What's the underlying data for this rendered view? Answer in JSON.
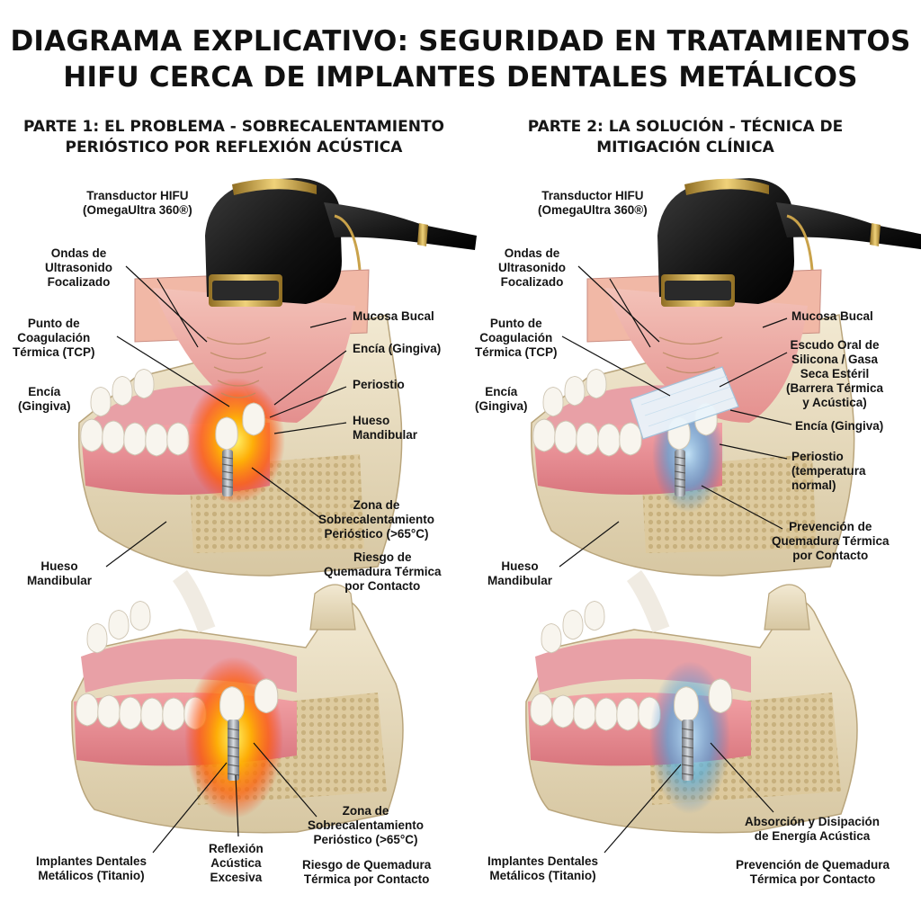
{
  "title": {
    "line1": "DIAGRAMA EXPLICATIVO: SEGURIDAD EN TRATAMIENTOS",
    "line2": "HIFU CERCA DE IMPLANTES DENTALES METÁLICOS"
  },
  "part1": {
    "heading_line1": "PARTE 1: EL PROBLEMA - SOBRECALENTAMIENTO",
    "heading_line2": "PERIÓSTICO POR REFLEXIÓN ACÚSTICA",
    "labels": {
      "transducer_1": "Transductor HIFU",
      "transducer_2": "(OmegaUltra 360®)",
      "waves_1": "Ondas de",
      "waves_2": "Ultrasonido",
      "waves_3": "Focalizado",
      "tcp_1": "Punto de",
      "tcp_2": "Coagulación",
      "tcp_3": "Térmica (TCP)",
      "gum_left_1": "Encía",
      "gum_left_2": "(Gingiva)",
      "mucosa": "Mucosa Bucal",
      "gum_right": "Encía (Gingiva)",
      "periosteum": "Periostio",
      "bone_right_1": "Hueso",
      "bone_right_2": "Mandibular",
      "overheat_1": "Zona de",
      "overheat_2": "Sobrecalentamiento",
      "overheat_3": "Periόstico (>65°C)",
      "burn_1": "Riesgo de",
      "burn_2": "Quemadura Térmica",
      "burn_3": "por Contacto",
      "bone_left_1": "Hueso",
      "bone_left_2": "Mandibular",
      "implants_1": "Implantes Dentales",
      "implants_2": "Metálicos (Titanio)",
      "reflection_1": "Reflexión",
      "reflection_2": "Acústica",
      "reflection_3": "Excesiva",
      "overheat_b_1": "Zona de",
      "overheat_b_2": "Sobrecalentamiento",
      "overheat_b_3": "Periόstico (>65°C)",
      "burn_b_1": "Riesgo de Quemadura",
      "burn_b_2": "Térmica por Contacto"
    }
  },
  "part2": {
    "heading_line1": "PARTE 2: LA SOLUCIÓN - TÉCNICA DE",
    "heading_line2": "MITIGACIÓN CLÍNICA",
    "labels": {
      "transducer_1": "Transductor HIFU",
      "transducer_2": "(OmegaUltra 360®)",
      "waves_1": "Ondas de",
      "waves_2": "Ultrasonido",
      "waves_3": "Focalizado",
      "tcp_1": "Punto de",
      "tcp_2": "Coagulación",
      "tcp_3": "Térmica (TCP)",
      "gum_left_1": "Encía",
      "gum_left_2": "(Gingiva)",
      "mucosa": "Mucosa Bucal",
      "shield_1": "Escudo Oral de",
      "shield_2": "Silicona / Gasa",
      "shield_3": "Seca Estéril",
      "shield_4": "(Barrera Térmica",
      "shield_5": "y Acústica)",
      "gum_right": "Encía (Gingiva)",
      "periosteum_1": "Periostio",
      "periosteum_2": "(temperatura",
      "periosteum_3": "normal)",
      "prevention_1": "Prevención de",
      "prevention_2": "Quemadura Térmica",
      "prevention_3": "por Contacto",
      "bone_left_1": "Hueso",
      "bone_left_2": "Mandibular",
      "implants_1": "Implantes Dentales",
      "implants_2": "Metálicos (Titanio)",
      "absorption_1": "Absorción y Disipación",
      "absorption_2": "de Energía Acústica",
      "prevention_b_1": "Prevención de Quemadura",
      "prevention_b_2": "Térmica por Contacto"
    }
  },
  "colors": {
    "bone": "#e8dcc0",
    "gum": "#e88f95",
    "tooth": "#f6f3ec",
    "heat": "#ff6a00",
    "cool": "#3fa9e8",
    "transducer": "#1a1a1a",
    "gold": "#c9a24a"
  }
}
